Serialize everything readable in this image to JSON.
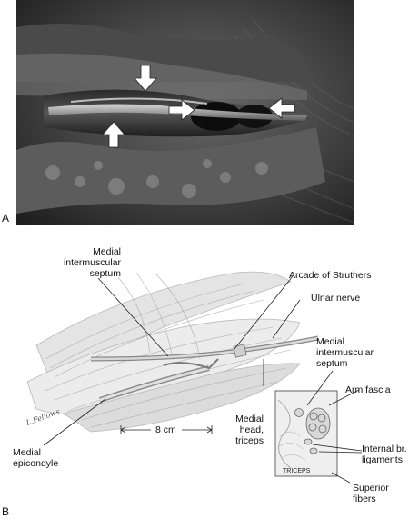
{
  "panelA": {
    "letter": "A",
    "arrow_count": 4
  },
  "panelB": {
    "letter": "B",
    "labels": {
      "medial_intermuscular_septum_top": [
        "Medial",
        "intermuscular",
        "septum"
      ],
      "arcade_of_struthers": "Arcade of Struthers",
      "ulnar_nerve": "Ulnar nerve",
      "medial_intermuscular_septum_right": [
        "Medial",
        "intermuscular",
        "septum"
      ],
      "arm_fascia": "Arm fascia",
      "medial_head_triceps": [
        "Medial head,",
        "triceps"
      ],
      "internal_br_ligaments": [
        "Internal br.",
        "ligaments"
      ],
      "medial_epicondyle": [
        "Medial",
        "epicondyle"
      ],
      "superior_fibers": [
        "Superior",
        "fibers"
      ],
      "scale": "8 cm",
      "inset_label": "TRICEPS",
      "signature": "L.Fellows"
    }
  }
}
